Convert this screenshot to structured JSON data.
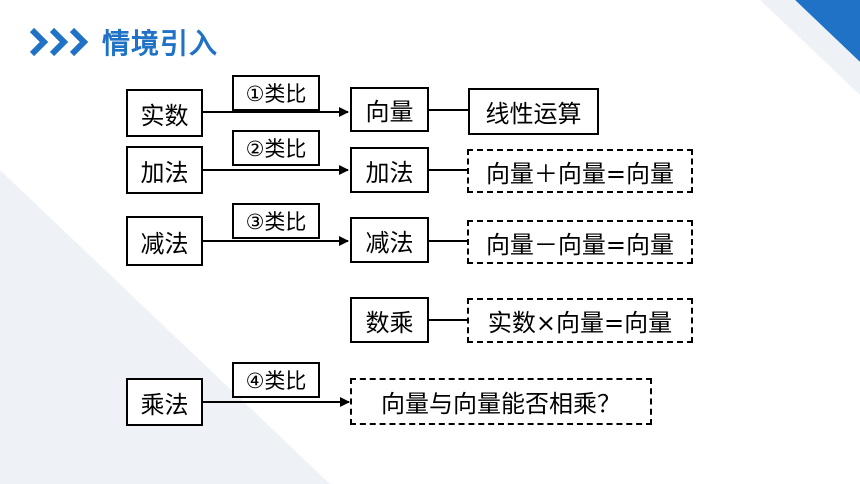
{
  "header": {
    "title": "情境引入",
    "icon": "triple-chevron-right-icon",
    "accent": "#1f72c6"
  },
  "diagram": {
    "row1": {
      "left": "实数",
      "tag": "①类比",
      "middle": "向量",
      "right": "线性运算"
    },
    "row2": {
      "left": "加法",
      "tag": "②类比",
      "middle": "加法",
      "right": "向量＋向量=向量"
    },
    "row3": {
      "left": "减法",
      "tag": "③类比",
      "middle": "减法",
      "right": "向量－向量=向量"
    },
    "row4": {
      "middle": "数乘",
      "right": "实数×向量=向量"
    },
    "row5": {
      "left": "乘法",
      "tag": "④类比",
      "right": "向量与向量能否相乘？"
    }
  }
}
